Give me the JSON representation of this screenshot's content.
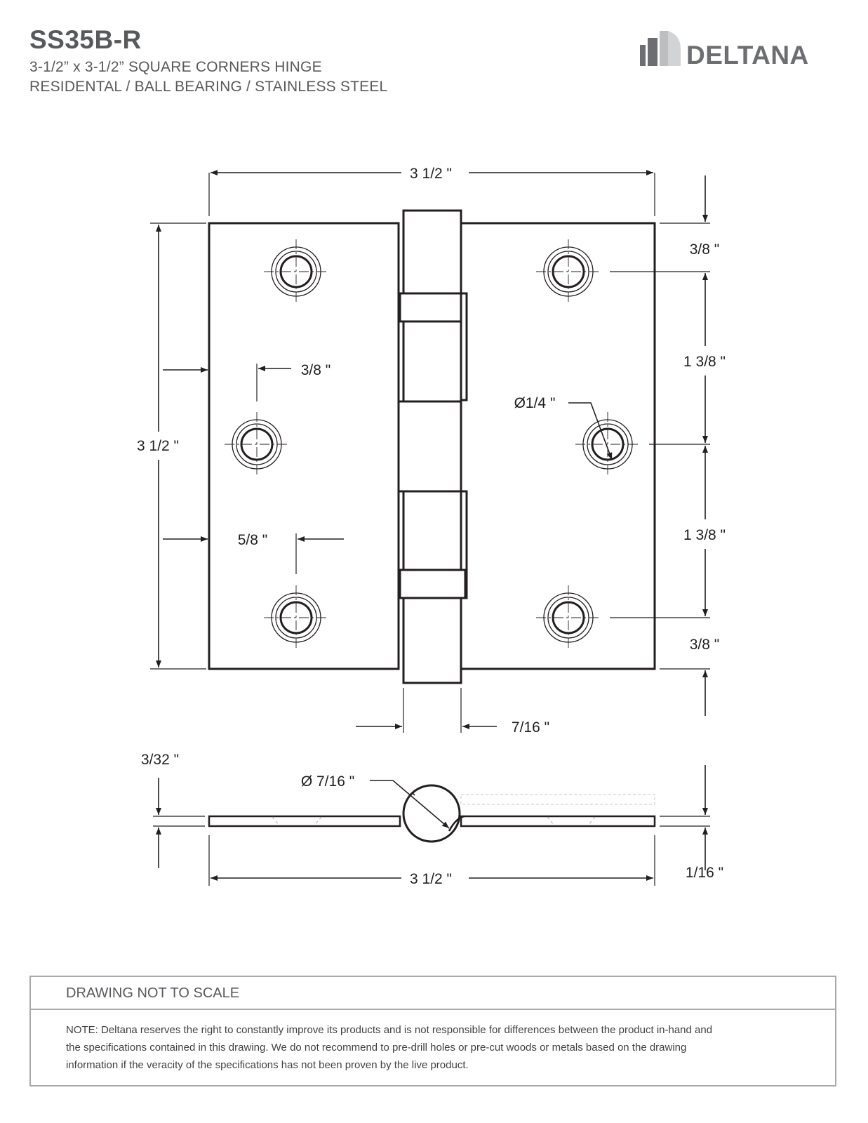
{
  "header": {
    "title": "SS35B-R",
    "subtitle_line1": "3-1/2” x 3-1/2” SQUARE CORNERS HINGE",
    "subtitle_line2": "RESIDENTAL / BALL BEARING / STAINLESS STEEL"
  },
  "logo": {
    "text": "DELTANA",
    "icon": "deltana-logo-icon"
  },
  "dimensions": {
    "top_width": "3 1/2 \"",
    "left_height": "3 1/2 \"",
    "right_top_margin": "3/8 \"",
    "right_span_upper": "1 3/8 \"",
    "right_span_lower": "1 3/8 \"",
    "right_bottom_margin": "3/8 \"",
    "hole_offset_upper": "3/8 \"",
    "hole_offset_lower": "5/8 \"",
    "hole_diameter": "Ø1/4 \"",
    "knuckle_width": "7/16 \"",
    "leaf_thickness": "3/32 \"",
    "pin_diameter": "Ø 7/16 \"",
    "bottom_width": "3 1/2 \"",
    "side_thickness": "1/16 \""
  },
  "note": {
    "heading": "DRAWING NOT TO SCALE",
    "line1": "NOTE: Deltana reserves the right to constantly improve its products and is not responsible for differences between the product in-hand and",
    "line2": "the specifications contained in this drawing. We do not recommend to pre-drill holes or pre-cut woods or metals based on the drawing",
    "line3": "information if the veracity of the specifications has not been proven by the live product."
  },
  "colors": {
    "text": "#58595b",
    "line": "#231f20",
    "border": "#a7a9ac",
    "logo": "#6d6e71"
  }
}
